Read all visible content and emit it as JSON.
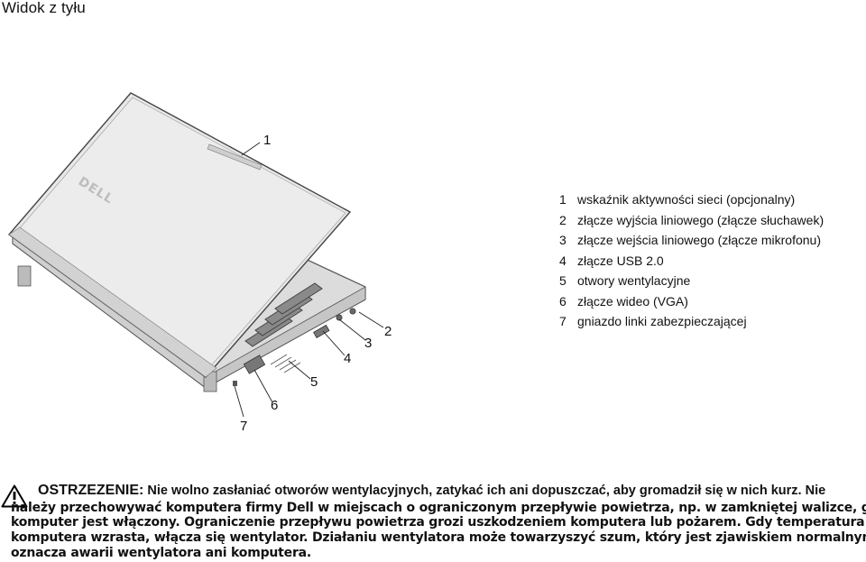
{
  "page": {
    "title": "Widok z tyłu"
  },
  "figure": {
    "brand_logo": "DELL",
    "callouts": [
      "1",
      "2",
      "3",
      "4",
      "5",
      "6",
      "7"
    ]
  },
  "legend": [
    {
      "num": "1",
      "text": "wskaźnik aktywności sieci (opcjonalny)"
    },
    {
      "num": "2",
      "text": "złącze wyjścia liniowego (złącze słuchawek)"
    },
    {
      "num": "3",
      "text": "złącze wejścia liniowego (złącze mikrofonu)"
    },
    {
      "num": "4",
      "text": "złącze USB 2.0"
    },
    {
      "num": "5",
      "text": "otwory wentylacyjne"
    },
    {
      "num": "6",
      "text": "złącze wideo (VGA)"
    },
    {
      "num": "7",
      "text": "gniazdo linki zabezpieczającej"
    }
  ],
  "warning": {
    "icon": "warning-triangle-icon",
    "label": "OSTRZEZENIE:",
    "first_line": "Nie wolno zasłaniać otworów wentylacyjnych, zatykać ich ani dopuszczać, aby gromadził się w nich kurz. Nie",
    "lines": [
      "należy przechowywać komputera firmy Dell w miejscach o ograniczonym przepływie powietrza, np. w zamkniętej walizce, gdy",
      "komputer jest włączony. Ograniczenie przepływu powietrza grozi uszkodzeniem komputera lub pożarem. Gdy temperatura",
      "komputera wzrasta, włącza się wentylator. Działaniu wentylatora może towarzyszyć szum, który jest zjawiskiem normalnym i nie",
      "oznacza awarii wentylatora ani komputera."
    ]
  }
}
